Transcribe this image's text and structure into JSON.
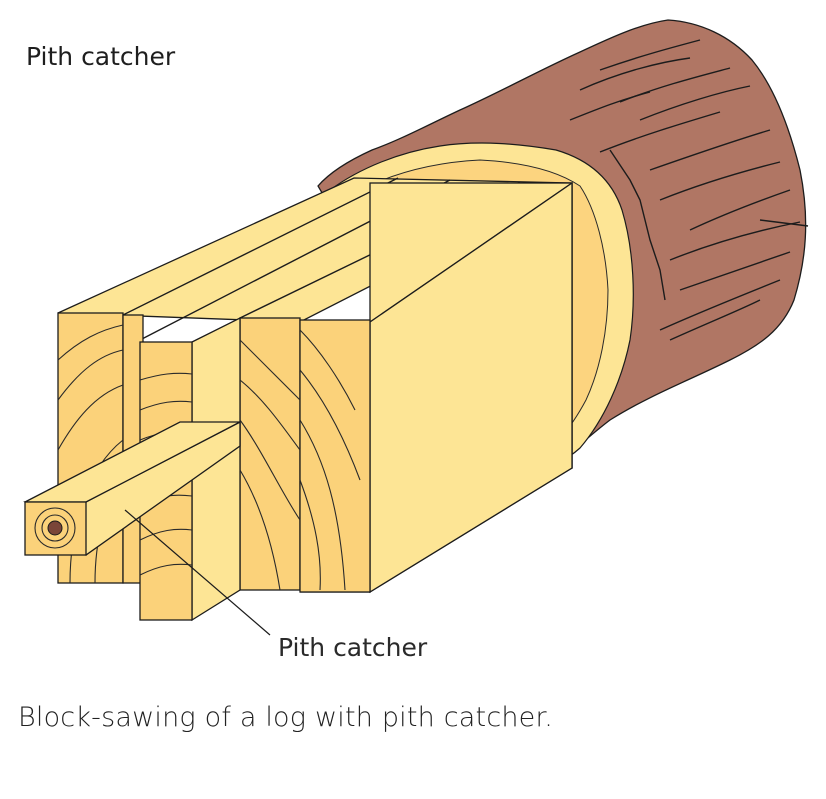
{
  "title": "Pith catcher",
  "caption": "Block-sawing of a log with pith catcher.",
  "callout_label": "Pith catcher",
  "colors": {
    "bark": "#B07664",
    "sapwood": "#FCD47F",
    "face_light": "#FDE595",
    "end_grain": "#FBD27A",
    "pith": "#7A4538",
    "outline": "#1C1C1C"
  }
}
